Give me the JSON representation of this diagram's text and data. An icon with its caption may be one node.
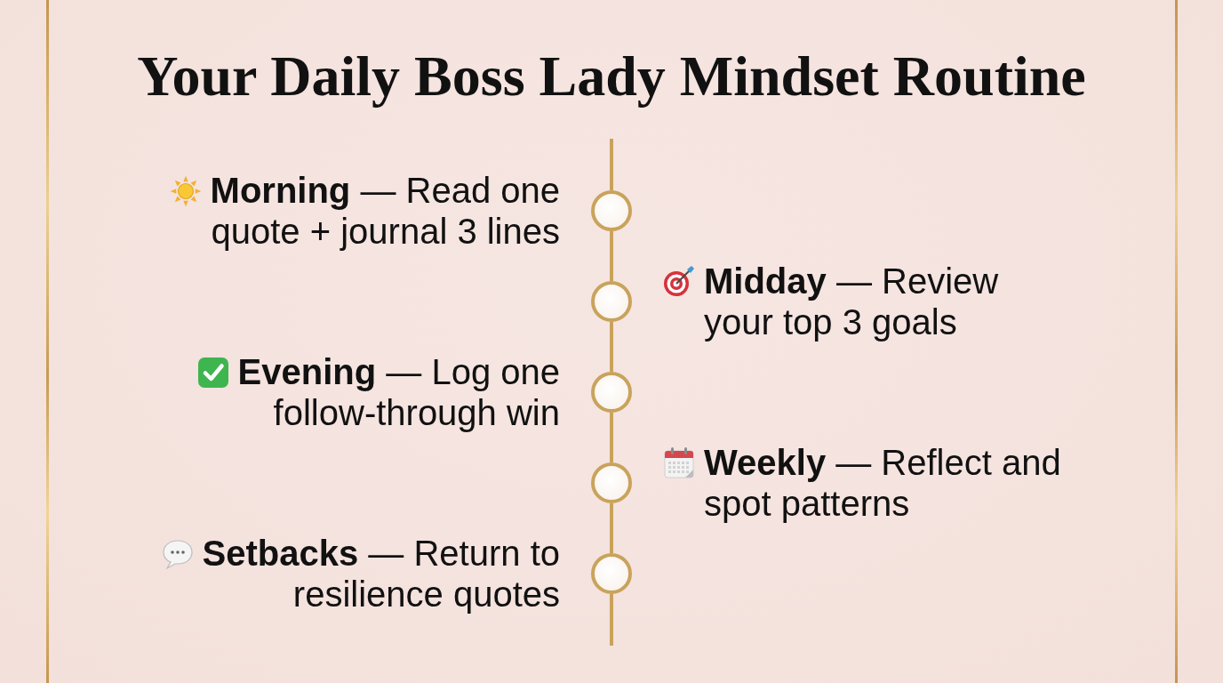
{
  "diagram": {
    "title": "Your Daily Boss Lady Mindset Routine",
    "nodes": [
      {
        "text": [],
        "shape": "circle",
        "beside": [
          "**Morning** — Read one quote + journal 3 lines"
        ]
      },
      {
        "text": [],
        "shape": "circle",
        "beside": [
          "**Midday** — Review your top 3 goals"
        ]
      },
      {
        "text": [],
        "shape": "circle",
        "beside": [
          "**Evening** — Log one follow-through win"
        ]
      },
      {
        "text": [],
        "shape": "circle",
        "beside": [
          "**Weekly** — Reflect and spot patterns"
        ]
      },
      {
        "text": [],
        "shape": "circle",
        "beside": [
          "**Setbacks** — Return to resilience quotes"
        ]
      }
    ],
    "edges": [
      {
        "from": null,
        "to": 0,
        "arrow": "none"
      },
      {
        "from": 0,
        "to": 1,
        "arrow": "none"
      },
      {
        "from": 1,
        "to": 2,
        "arrow": "none"
      },
      {
        "from": 2,
        "to": 3,
        "arrow": "none"
      },
      {
        "from": 3,
        "to": 4,
        "arrow": "none"
      },
      {
        "from": 4,
        "to": null,
        "arrow": "none"
      }
    ]
  }
}
